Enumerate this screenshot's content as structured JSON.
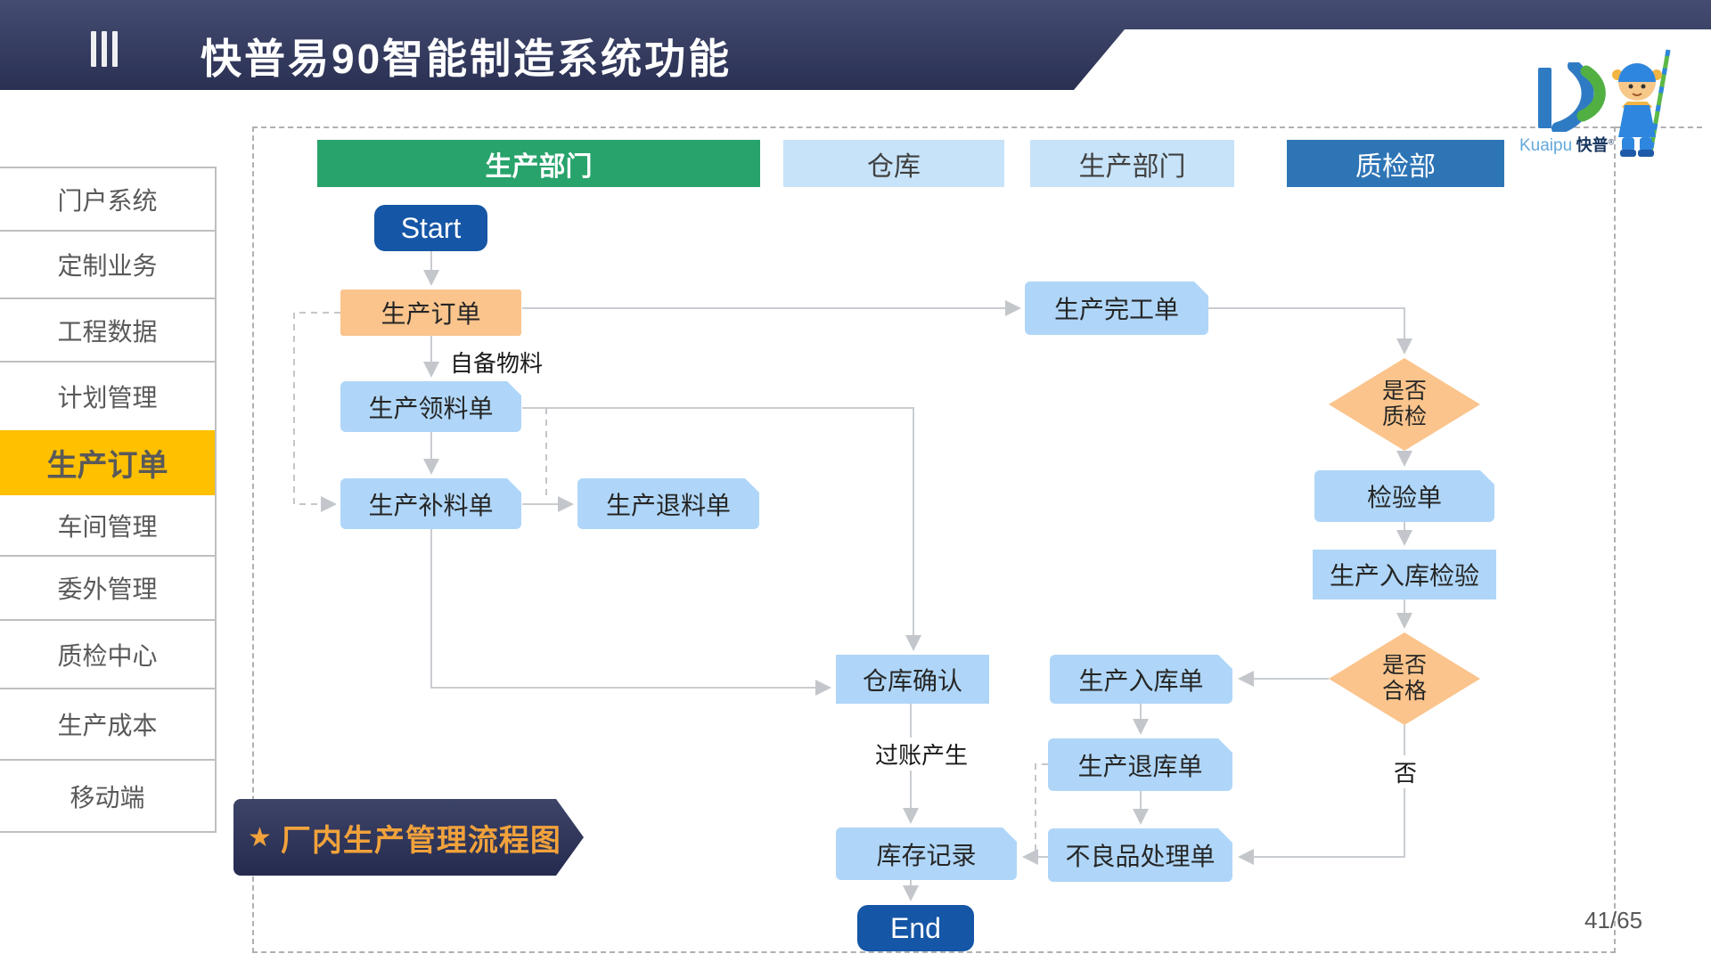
{
  "header": {
    "title": "快普易90智能制造系统功能"
  },
  "logo": {
    "brand_en": "Kuaipu",
    "brand_cn": "快普",
    "reg_mark": "®"
  },
  "sidebar": {
    "items": [
      "门户系统",
      "定制业务",
      "工程数据",
      "计划管理",
      "生产订单",
      "车间管理",
      "委外管理",
      "质检中心",
      "生产成本",
      "移动端"
    ],
    "active_item": "生产订单"
  },
  "flowchart": {
    "lanes": [
      {
        "label": "生产部门",
        "style": "green"
      },
      {
        "label": "仓库",
        "style": "light"
      },
      {
        "label": "生产部门",
        "style": "light"
      },
      {
        "label": "质检部",
        "style": "blue"
      }
    ],
    "nodes": {
      "start": "Start",
      "order": "生产订单",
      "pick": "生产领料单",
      "refill": "生产补料单",
      "material_return": "生产退料单",
      "finish": "生产完工单",
      "inspection": "检验单",
      "inbound_inspection": "生产入库检验",
      "warehouse_confirm": "仓库确认",
      "inbound": "生产入库单",
      "inbound_return": "生产退库单",
      "defect": "不良品处理单",
      "inventory": "库存记录",
      "end": "End"
    },
    "decisions": {
      "qc": {
        "line1": "是否",
        "line2": "质检"
      },
      "qualified": {
        "line1": "是否",
        "line2": "合格"
      }
    },
    "edge_labels": {
      "self_material": "自备物料",
      "posting": "过账产生",
      "no": "否"
    }
  },
  "banner": {
    "star": "★",
    "label": "厂内生产管理流程图"
  },
  "page": {
    "number": "41/65"
  },
  "colors": {
    "navy-top": "#454C72",
    "navy-bottom": "#293052",
    "lane-green": "#27A36B",
    "lane-light": "#C7E3F9",
    "lane-blue": "#2E75B6",
    "node-blue": "#AFD6F8",
    "node-orange": "#FAC48C",
    "terminal-blue": "#1556A6",
    "active-yellow": "#FFC000",
    "text-gray": "#595959",
    "banner-orange": "#F2A23B",
    "kuaipu-blue": "#62A8DC"
  }
}
